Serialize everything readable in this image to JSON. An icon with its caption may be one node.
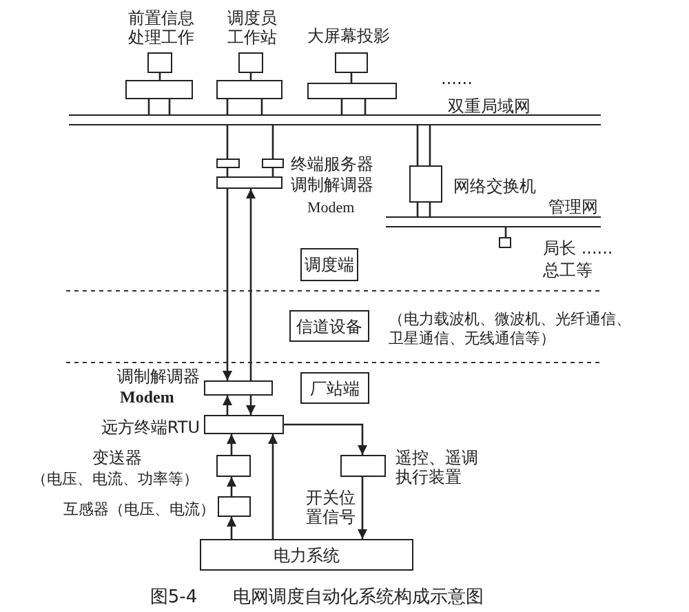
{
  "diagram": {
    "caption": "图5-4　　电网调度自动化系统构成示意图",
    "nodes": [
      {
        "text": [
          "前置信息处理工作"
        ]
      },
      {
        "text": [],
        "shape": "box"
      },
      {
        "text": [
          "调度员工作站"
        ]
      },
      {
        "text": [],
        "shape": "box"
      },
      {
        "text": [
          "大屏幕投影"
        ]
      },
      {
        "text": [],
        "shape": "box"
      },
      {
        "text": [
          "双重局域网"
        ]
      },
      {
        "text": [],
        "shape": "box"
      },
      {
        "text": [
          "终端服务器"
        ]
      },
      {
        "text": [
          "调制解调器",
          "Modem"
        ]
      },
      {
        "text": [
          "网络交换机"
        ]
      },
      {
        "text": [
          "管理网"
        ]
      },
      {
        "text": [
          "局长 ......",
          "总工等"
        ]
      },
      {
        "text": [
          "调度端"
        ]
      },
      {
        "text": [
          "信道设备"
        ],
        "beside": [
          "（电力载波机、微波机、光纤通信、卫星通信、无线通信等）"
        ]
      },
      {
        "text": [
          "调制解调器",
          "Modem"
        ]
      },
      {
        "text": [
          "厂站端"
        ]
      },
      {
        "text": [
          "远方终端RTU"
        ]
      },
      {
        "text": [
          "变送器",
          "（电压、电流、功率等）"
        ]
      },
      {
        "text": [
          "互感器（电压、电流）"
        ]
      },
      {
        "text": [
          "遥控、遥调执行装置"
        ]
      },
      {
        "text": [
          "电力系统"
        ]
      }
    ],
    "edges": [
      {
        "from": 0,
        "to": 1,
        "arrow": "none"
      },
      {
        "from": 2,
        "to": 3,
        "arrow": "none"
      },
      {
        "from": 4,
        "to": 5,
        "arrow": "none"
      },
      {
        "from": 1,
        "to": 6,
        "arrow": "none"
      },
      {
        "from": 1,
        "to": 6,
        "arrow": "none"
      },
      {
        "from": 3,
        "to": 6,
        "arrow": "none"
      },
      {
        "from": 3,
        "to": 6,
        "arrow": "none"
      },
      {
        "from": 5,
        "to": 6,
        "arrow": "none"
      },
      {
        "from": 5,
        "to": 6,
        "arrow": "none"
      },
      {
        "from": 6,
        "to": 7,
        "arrow": "none"
      },
      {
        "from": 6,
        "to": 8,
        "arrow": "none"
      },
      {
        "from": 7,
        "to": 9,
        "arrow": "none"
      },
      {
        "from": 8,
        "to": 9,
        "arrow": "none"
      },
      {
        "from": 6,
        "to": 10,
        "arrow": "none"
      },
      {
        "from": 6,
        "to": 10,
        "arrow": "none"
      },
      {
        "from": 10,
        "to": 11,
        "arrow": "none"
      },
      {
        "from": 10,
        "to": 11,
        "arrow": "none"
      },
      {
        "from": 11,
        "to": 12,
        "arrow": "none"
      },
      {
        "from": 9,
        "to": 15,
        "arrow": "to"
      },
      {
        "from": 15,
        "to": 9,
        "arrow": "to"
      },
      {
        "from": 17,
        "to": 15,
        "arrow": "to"
      },
      {
        "from": 15,
        "to": 17,
        "arrow": "to"
      },
      {
        "from": 19,
        "to": 18,
        "arrow": "to"
      },
      {
        "from": 18,
        "to": 17,
        "arrow": "to"
      },
      {
        "from": 21,
        "to": 19,
        "arrow": "to"
      },
      {
        "from": 21,
        "to": 17,
        "arrow": "to"
      },
      {
        "from": 17,
        "to": 20,
        "arrow": "to"
      },
      {
        "from": 20,
        "to": 21,
        "arrow": "to",
        "label": "开关位置信号"
      }
    ],
    "labels": [
      "......"
    ]
  }
}
